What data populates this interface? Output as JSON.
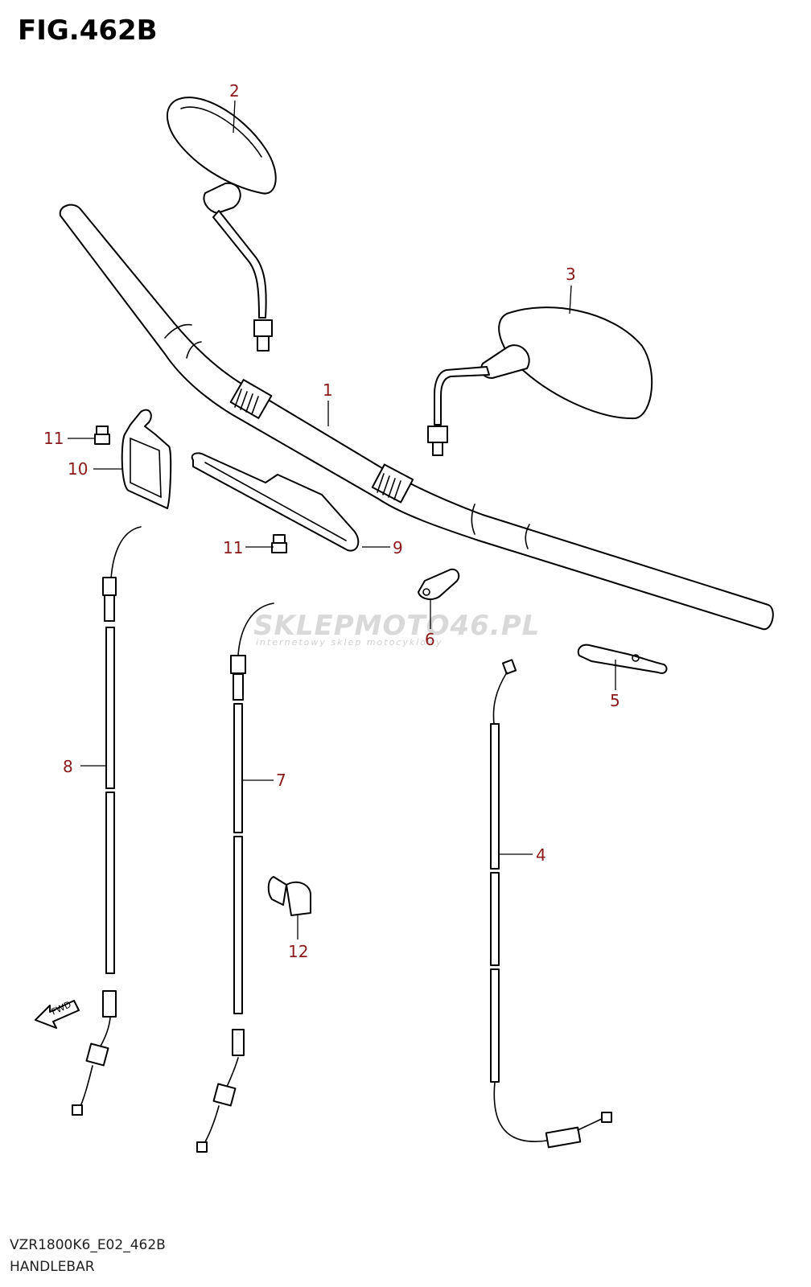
{
  "figure": {
    "title": "FIG.462B"
  },
  "footer": {
    "model_code": "VZR1800K6_E02_462B",
    "section": "HANDLEBAR"
  },
  "watermark": {
    "brand_part1": "SKLEP",
    "brand_part2": "MOTO46.PL",
    "tagline": "internetowy sklep motocyklowy"
  },
  "fwd_arrow": {
    "label": "FWD"
  },
  "callouts": [
    {
      "label": "1"
    },
    {
      "label": "2"
    },
    {
      "label": "3"
    },
    {
      "label": "4"
    },
    {
      "label": "5"
    },
    {
      "label": "6"
    },
    {
      "label": "7"
    },
    {
      "label": "8"
    },
    {
      "label": "9"
    },
    {
      "label": "10"
    },
    {
      "label": "11"
    },
    {
      "label": "11"
    },
    {
      "label": "12"
    }
  ],
  "colors": {
    "callout": "#8b1a1a",
    "line": "#000000",
    "watermark": "#d9d9d9"
  }
}
